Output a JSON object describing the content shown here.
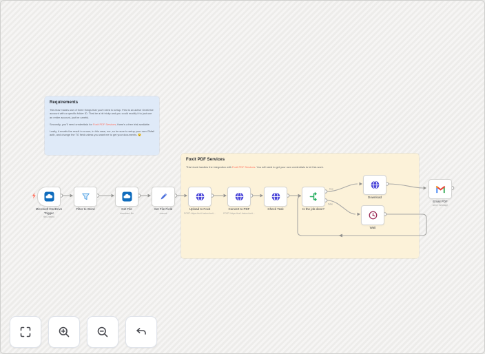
{
  "colors": {
    "link_accent": "#ff6d5a",
    "note_blue_bg": "#dfeaf8",
    "note_yellow_bg": "#fcf2d9",
    "connection": "#a8a8a6",
    "globe_icon": "#4b46d9",
    "if_icon_green": "#27ae60",
    "wait_icon_maroon": "#9d2e57",
    "onedrive_blue": "#0f6cbd"
  },
  "notes": {
    "requirements": {
      "title": "Requirements",
      "p1": "This flow makes use of three things that you'll need to setup. First is an active OneDrive account with a specific folder ID. That be a bit tricky and you could modify it to just use an entire account, just be careful.",
      "p2_before": "Secondly, you'll need credentials for ",
      "p2_link": "Foxit PDF Services",
      "p2_after": ", there's a free trial available.",
      "p3": "Lastly, it emails the result to a user, in this case, me, so be sure to setup your own GMail auth, and change the TO field unless you want me to get your documents. 😉"
    },
    "foxit": {
      "title": "Foxit PDF Services",
      "body_before": "This block handles the integration with ",
      "body_link": "Foxit PDF Services",
      "body_after": ". You will need to get your own credentials to let this work."
    }
  },
  "nodes": [
    {
      "name": "microsoft-onedrive-trigger",
      "label": "Microsoft OneDrive Trigger",
      "sublabel": "fileCreated",
      "icon": "onedrive-icon"
    },
    {
      "name": "filter-to-word",
      "label": "Filter to Word",
      "sublabel": "",
      "icon": "filter-icon"
    },
    {
      "name": "get-file",
      "label": "Get File",
      "sublabel": "download: file",
      "icon": "onedrive-icon"
    },
    {
      "name": "set-file-field",
      "label": "Set File Field",
      "sublabel": "manual",
      "icon": "pencil-icon"
    },
    {
      "name": "upload-to-foxit",
      "label": "Upload to Foxit",
      "sublabel": "POST: https://na1.fusion.foxit…",
      "icon": "globe-icon"
    },
    {
      "name": "convert-to-pdf",
      "label": "Convert to PDF",
      "sublabel": "POST: https://na1.fusion.foxit…",
      "icon": "globe-icon"
    },
    {
      "name": "check-task",
      "label": "Check Task",
      "sublabel": "",
      "icon": "globe-icon"
    },
    {
      "name": "is-the-job-done",
      "label": "Is the job done?",
      "sublabel": "",
      "icon": "if-branch-icon"
    },
    {
      "name": "download",
      "label": "Download",
      "sublabel": "",
      "icon": "globe-icon"
    },
    {
      "name": "wait",
      "label": "Wait",
      "sublabel": "",
      "icon": "wait-clock-icon"
    },
    {
      "name": "email-pdf",
      "label": "Email PDF",
      "sublabel": "send: message",
      "icon": "gmail-icon"
    }
  ],
  "if_outputs": {
    "true": "true",
    "false": "false"
  },
  "toolbar": {
    "buttons": [
      {
        "name": "zoom-to-fit",
        "icon": "fit-view-icon"
      },
      {
        "name": "zoom-in",
        "icon": "zoom-in-icon"
      },
      {
        "name": "zoom-out",
        "icon": "zoom-out-icon"
      },
      {
        "name": "undo",
        "icon": "undo-icon"
      }
    ]
  }
}
